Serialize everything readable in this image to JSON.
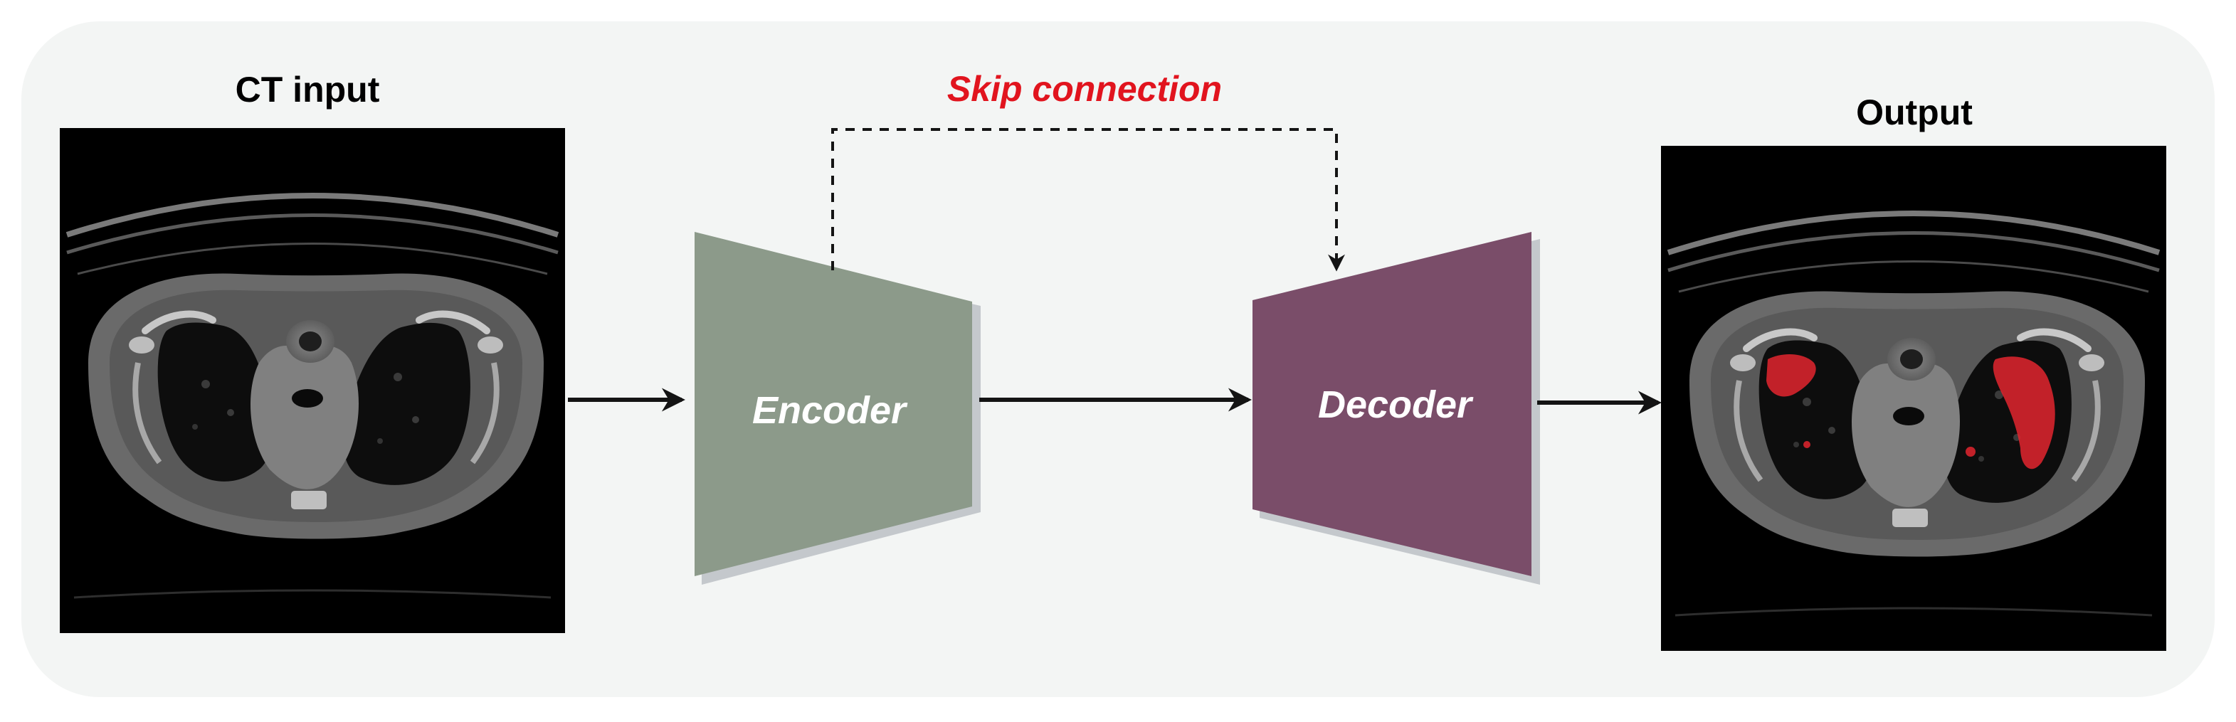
{
  "labels": {
    "input_title": "CT input",
    "output_title": "Output",
    "skip_label": "Skip connection",
    "encoder_label": "Encoder",
    "decoder_label": "Decoder"
  },
  "colors": {
    "panel_background": "#f3f5f4",
    "encoder_fill": "#8c9a8a",
    "decoder_fill": "#7a4d69",
    "block_shadow": "#c4c8cc",
    "arrow_color": "#141414",
    "skip_color": "#e1141e",
    "lesion_color": "#e3262f",
    "ct_background": "#000000"
  },
  "icons": {
    "ct_input_image": "ct-scan-chest-axial",
    "ct_output_image": "ct-scan-chest-axial-segmented"
  }
}
